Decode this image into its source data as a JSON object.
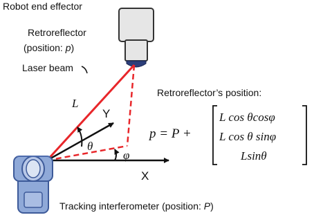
{
  "labels": {
    "end_effector": "Robot end effector",
    "retro_line1": "Retroreflector",
    "retro_line2_prefix": "(position: ",
    "retro_line2_var": "p",
    "retro_line2_suffix": ")",
    "laser_beam": "Laser beam",
    "L": "L",
    "Y": "Y",
    "X": "X",
    "theta": "θ",
    "phi": "φ",
    "position_heading": "Retroreflector’s position:",
    "tracker_prefix": "Tracking interferometer (position: ",
    "tracker_var": "P",
    "tracker_suffix": ")"
  },
  "equation": {
    "lhs": "p = P +",
    "row1": "L cos θcosφ",
    "row2": "L cos θ sinφ",
    "row3": "Lsinθ"
  },
  "colors": {
    "beam": "#e8262a",
    "axis": "#111111",
    "tracker_fill": "#8fa9d8",
    "tracker_stroke": "#3d5a99",
    "effector_fill": "#e6e6e6",
    "retroreflector": "#2c3e7a"
  }
}
